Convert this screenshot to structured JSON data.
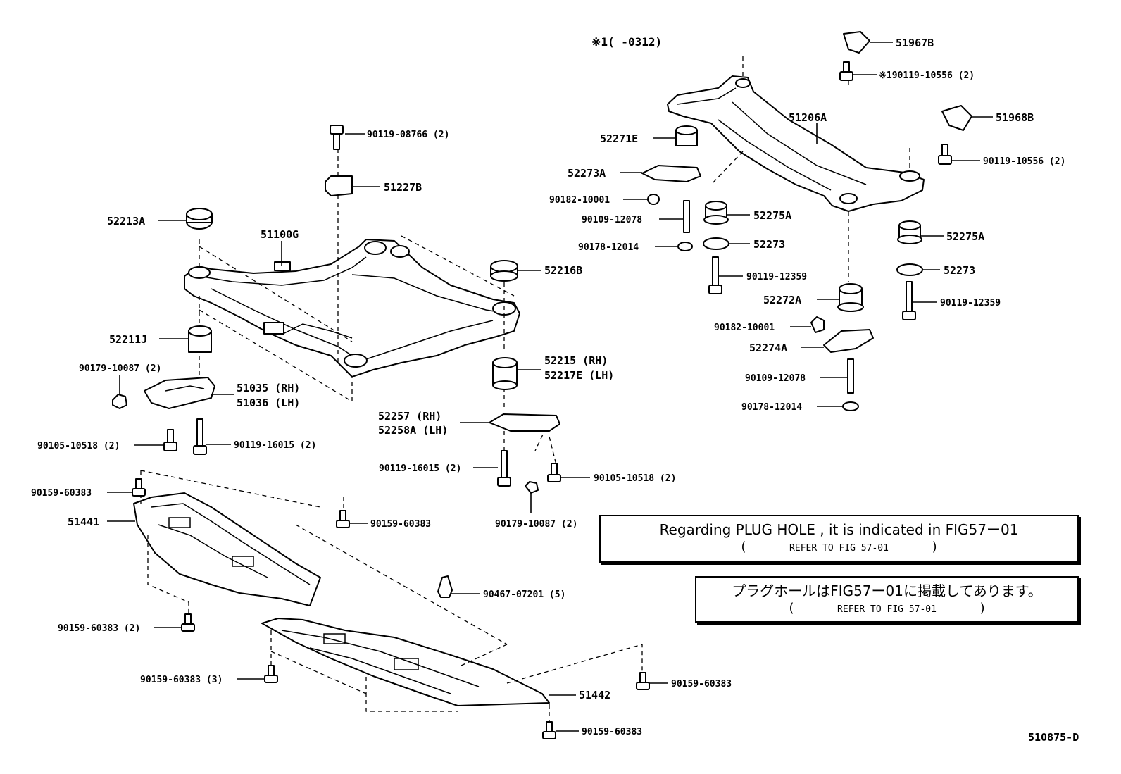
{
  "variant_note": "※1(      -0312)",
  "reference_code": "510875-D",
  "notes": {
    "english": {
      "text": "Regarding  PLUG HOLE , it is indicated in FIG57ー01",
      "refer": "REFER TO FIG 57-01"
    },
    "japanese": {
      "text": "プラグホールはFIG57ー01に掲載してあります。",
      "refer": "REFER TO FIG 57-01"
    }
  },
  "labels": {
    "p90119_08766": "90119-08766 (2)",
    "p51227B": "51227B",
    "p52213A": "52213A",
    "p51100G": "51100G",
    "p52216B": "52216B",
    "p52211J": "52211J",
    "p90179_10087_l": "90179-10087 (2)",
    "p51035": "51035 (RH)",
    "p51036": "51036 (LH)",
    "p90105_10518_l": "90105-10518 (2)",
    "p90119_16015_l": "90119-16015 (2)",
    "p52215": "52215  (RH)",
    "p52217E": "52217E (LH)",
    "p52257": "52257  (RH)",
    "p52258A": "52258A (LH)",
    "p90119_16015_r": "90119-16015 (2)",
    "p90105_10518_r": "90105-10518 (2)",
    "p90179_10087_r": "90179-10087 (2)",
    "p90159_60383_a": "90159-60383",
    "p51441": "51441",
    "p90159_60383_b": "90159-60383",
    "p90467_07201": "90467-07201 (5)",
    "p90159_60383_c": "90159-60383 (2)",
    "p90159_60383_d": "90159-60383 (3)",
    "p90159_60383_e": "90159-60383",
    "p51442": "51442",
    "p90159_60383_f": "90159-60383",
    "p51967B": "51967B",
    "p90119_10556_x": "※190119-10556 (2)",
    "p51206A": "51206A",
    "p51968B": "51968B",
    "p90119_10556": "90119-10556 (2)",
    "p52271E": "52271E",
    "p52273A": "52273A",
    "p90182_10001_a": "90182-10001",
    "p90109_12078_a": "90109-12078",
    "p90178_12014_a": "90178-12014",
    "p52275A_a": "52275A",
    "p52273_a": "52273",
    "p90119_12359_a": "90119-12359",
    "p52275A_b": "52275A",
    "p52273_b": "52273",
    "p90119_12359_b": "90119-12359",
    "p52272A": "52272A",
    "p90182_10001_b": "90182-10001",
    "p52274A": "52274A",
    "p90109_12078_b": "90109-12078",
    "p90178_12014_b": "90178-12014"
  }
}
